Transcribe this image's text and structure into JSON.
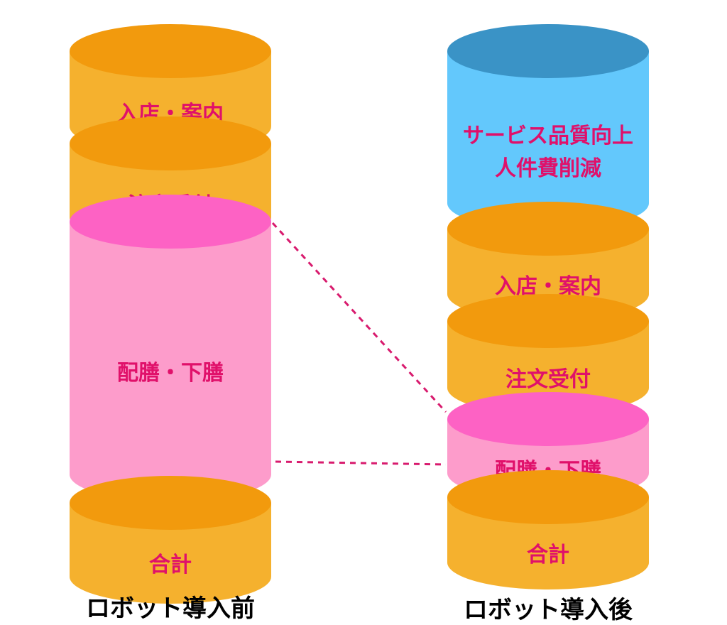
{
  "colors": {
    "orange_side": "#f5b12e",
    "orange_top": "#f29a0d",
    "pink_side": "#fd9ccb",
    "pink_top": "#fd62c4",
    "blue_side": "#63c8fc",
    "blue_top": "#3a93c6",
    "label": "#e0106a",
    "connector": "#d81b6e",
    "caption": "#000000"
  },
  "before": {
    "caption": "ロボット導入前",
    "segments": [
      {
        "id": "entry",
        "color": "orange",
        "lines": [
          "入店・案内"
        ]
      },
      {
        "id": "order",
        "color": "orange",
        "lines": [
          "注文受付"
        ]
      },
      {
        "id": "serving",
        "color": "pink",
        "lines": [
          "配膳・下膳"
        ]
      },
      {
        "id": "total",
        "color": "orange",
        "lines": [
          "合計"
        ]
      }
    ]
  },
  "after": {
    "caption": "ロボット導入後",
    "segments": [
      {
        "id": "benefit",
        "color": "blue",
        "lines": [
          "サービス品質向上",
          "人件費削減"
        ]
      },
      {
        "id": "entry",
        "color": "orange",
        "lines": [
          "入店・案内"
        ]
      },
      {
        "id": "order",
        "color": "orange",
        "lines": [
          "注文受付"
        ]
      },
      {
        "id": "serving",
        "color": "pink",
        "lines": [
          "配膳・下膳"
        ]
      },
      {
        "id": "total",
        "color": "orange",
        "lines": [
          "合計"
        ]
      }
    ]
  }
}
